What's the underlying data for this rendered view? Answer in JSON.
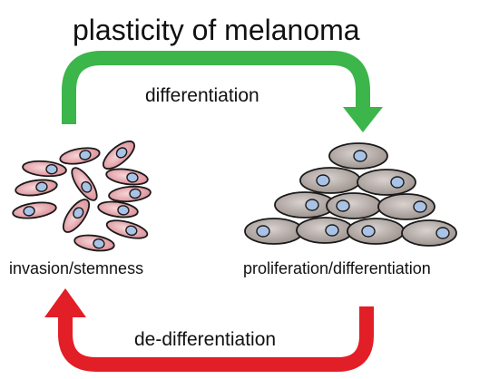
{
  "title": "plasticity of melanoma",
  "arrows": {
    "top": {
      "label": "differentiation",
      "color": "#3cb54a"
    },
    "bottom": {
      "label": "de-differentiation",
      "color": "#e21e26"
    }
  },
  "populations": {
    "left": {
      "label": "invasion/stemness",
      "cell_color": "#e6a2a8",
      "shape": "spindle"
    },
    "right": {
      "label": "proliferation/differentiation",
      "cell_color": "#b3aaa6",
      "shape": "oval"
    }
  },
  "nucleus_color": "#a9c3e6"
}
